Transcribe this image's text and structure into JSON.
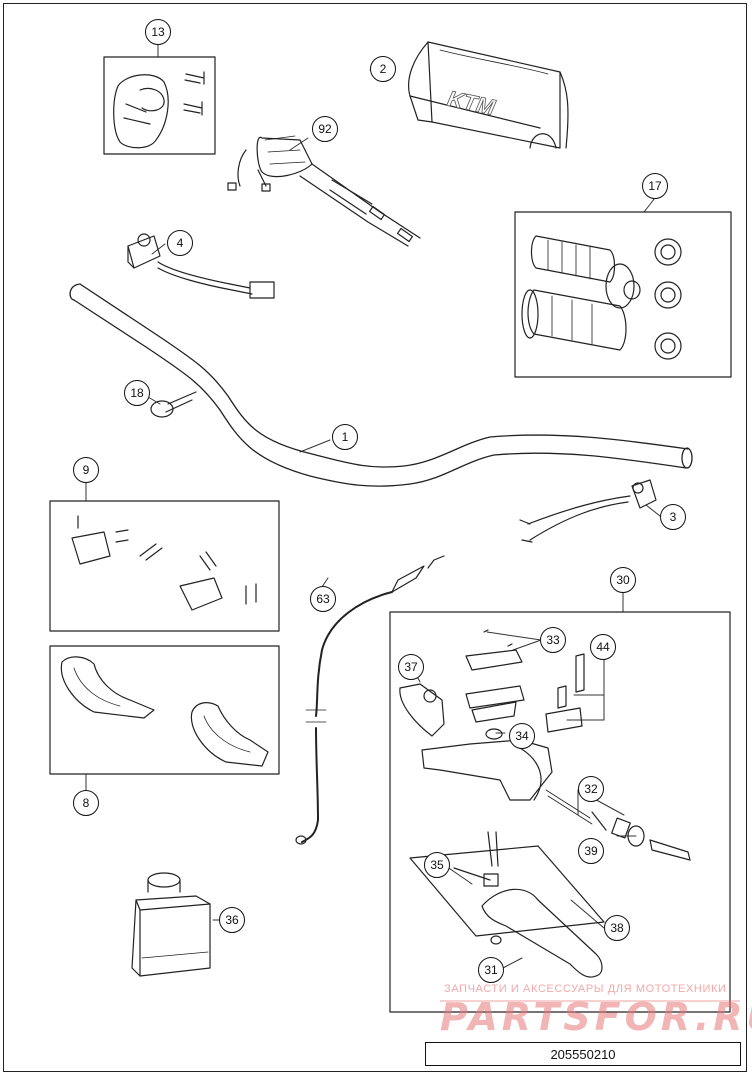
{
  "callouts": {
    "c1": "1",
    "c2": "2",
    "c3": "3",
    "c4": "4",
    "c8": "8",
    "c9": "9",
    "c13": "13",
    "c17": "17",
    "c18": "18",
    "c30": "30",
    "c31": "31",
    "c32": "32",
    "c33": "33",
    "c34": "34",
    "c35": "35",
    "c36": "36",
    "c37": "37",
    "c38": "38",
    "c39": "39",
    "c44": "44",
    "c63": "63",
    "c92": "92"
  },
  "pad_logo": "KTM",
  "watermark": {
    "line1": "ЗАПЧАСТИ И АКСЕССУАРЫ ДЛЯ МОТОТЕХНИКИ",
    "line2": "PARTSFOR.RU"
  },
  "document_number": "205550210"
}
